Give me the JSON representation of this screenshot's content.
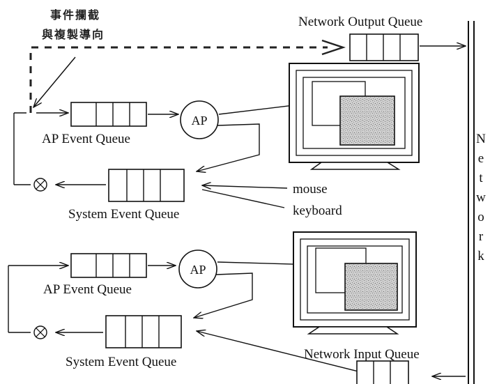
{
  "annotation": {
    "line1": "事件攔截",
    "line2": "與複製導向"
  },
  "top": {
    "ap_queue_label": "AP Event Queue",
    "ap_label": "AP",
    "system_queue_label": "System Event Queue",
    "network_output_label": "Network Output Queue",
    "mouse_label": "mouse",
    "keyboard_label": "keyboard"
  },
  "bottom": {
    "ap_queue_label": "AP Event Queue",
    "ap_label": "AP",
    "system_queue_label": "System Event Queue",
    "network_input_label": "Network Input Queue"
  },
  "network": {
    "letters": [
      "N",
      "e",
      "t",
      "w",
      "o",
      "r",
      "k"
    ]
  }
}
